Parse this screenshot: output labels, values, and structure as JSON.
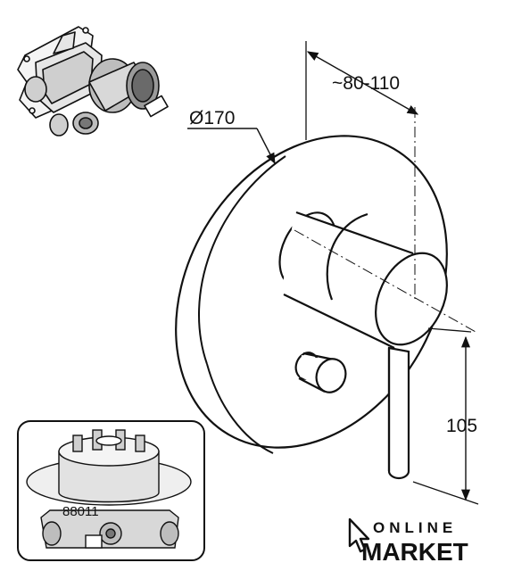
{
  "dimensions": {
    "diameter": "Ø170",
    "projection": "~80-110",
    "height": "105"
  },
  "inset": {
    "part_number": "88011"
  },
  "logo": {
    "line1": "ONLINE",
    "line2": "MARKET"
  }
}
